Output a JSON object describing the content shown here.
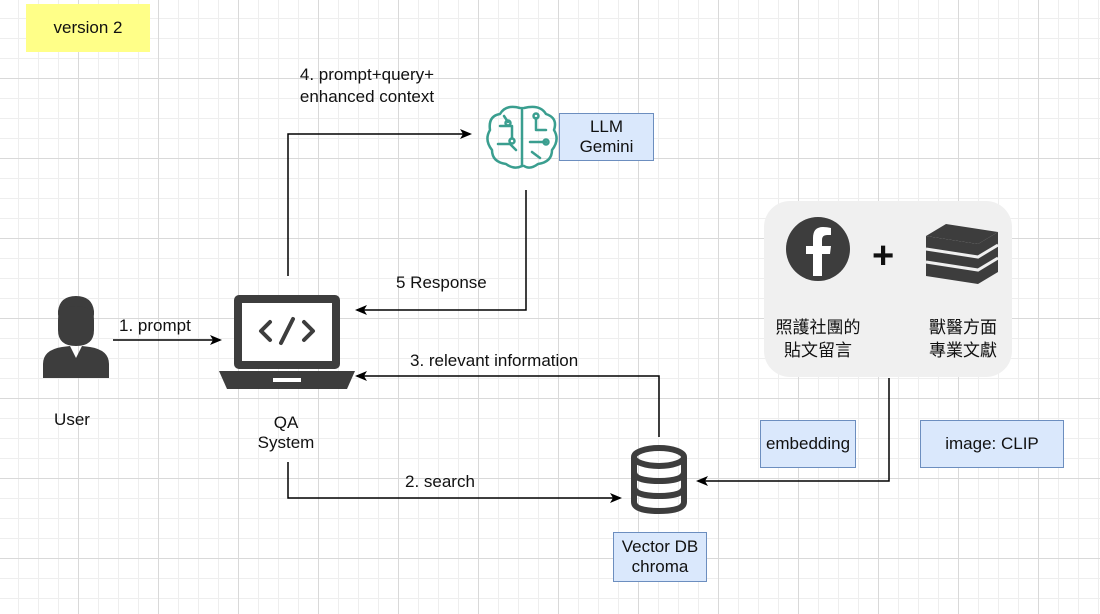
{
  "version_note": "version 2",
  "nodes": {
    "user": {
      "label": "User"
    },
    "qa_system": {
      "label_line1": "QA",
      "label_line2": "System"
    },
    "llm": {
      "label_line1": "LLM",
      "label_line2": "Gemini"
    },
    "vector_db": {
      "label_line1": "Vector DB",
      "label_line2": "chroma"
    },
    "sources": {
      "plus": "+",
      "facebook": {
        "line1": "照護社團的",
        "line2": "貼文留言"
      },
      "books": {
        "line1": "獸醫方面",
        "line2": "專業文獻"
      }
    }
  },
  "edges": {
    "prompt": "1. prompt",
    "search": "2. search",
    "relevant": "3. relevant information",
    "to_llm_line1": "4. prompt+query+",
    "to_llm_line2": "enhanced context",
    "response": "5 Response"
  },
  "tags": {
    "embedding": "embedding",
    "image_clip": "image: CLIP"
  },
  "colors": {
    "icon_dark": "#3d3d3d",
    "llm_teal": "#3a9e8f",
    "box_blue_fill": "#dae8fc",
    "box_blue_border": "#6c8ebf",
    "note_yellow": "#ffff88",
    "panel_gray": "#f0f0f0"
  }
}
